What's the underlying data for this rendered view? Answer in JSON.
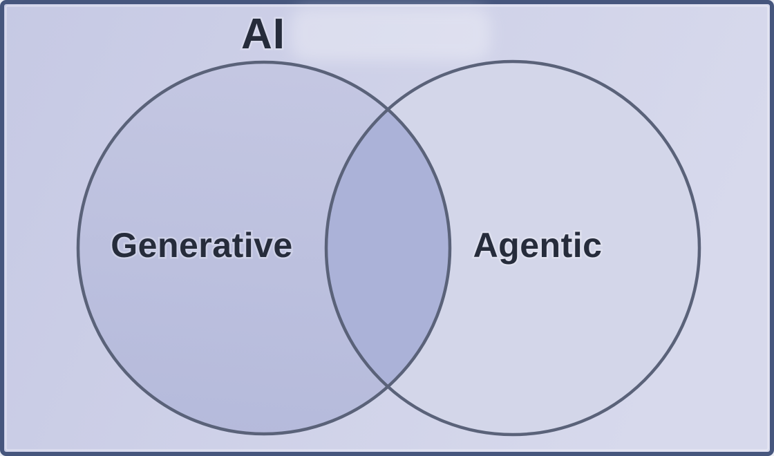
{
  "diagram": {
    "type": "venn",
    "title": "AI",
    "sets": [
      {
        "label": "Generative"
      },
      {
        "label": "Agentic"
      }
    ]
  },
  "colors": {
    "border_color": "#46567d",
    "bg_left": "#c6c9e4",
    "bg_right": "#d7d9ec",
    "left_circle_top": "#c4c7e2",
    "left_circle_bottom": "#b5badb",
    "right_circle_fill": "#d3d6e9",
    "overlap_fill": "#abb2d8",
    "circle_stroke": "#5a6279",
    "text_color": "#262c3b",
    "halo_color": "#ffffff"
  }
}
